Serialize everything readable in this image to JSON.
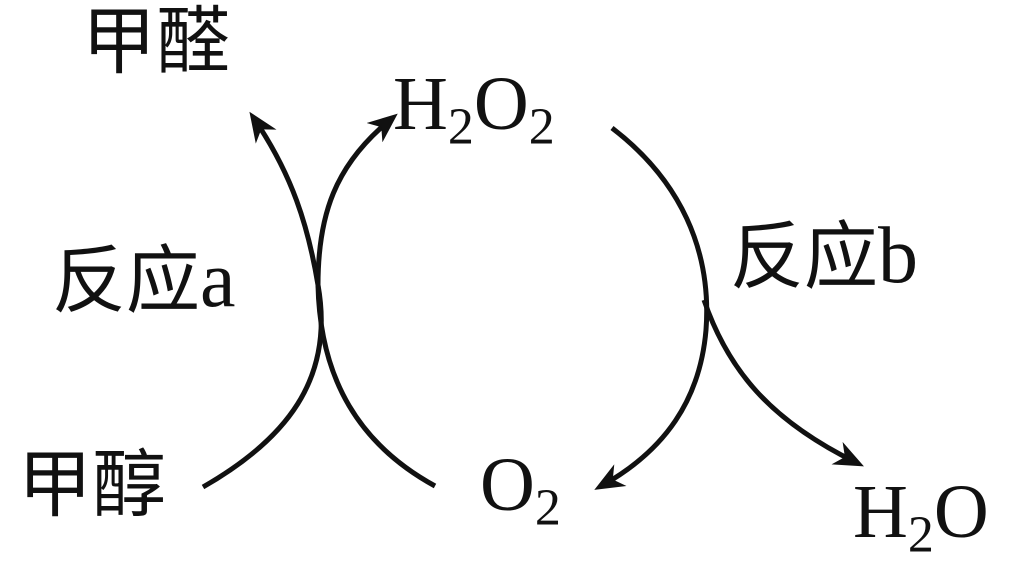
{
  "diagram": {
    "species": {
      "formaldehyde": "甲醛",
      "methanol": "甲醇",
      "h2o2": {
        "h": "H",
        "h_sub": "2",
        "o": "O",
        "o_sub": "2"
      },
      "o2": {
        "o": "O",
        "o_sub": "2"
      },
      "h2o": {
        "h": "H",
        "h_sub": "2",
        "o": "O"
      }
    },
    "reactions": {
      "a": {
        "prefix": "反应",
        "letter": "a"
      },
      "b": {
        "prefix": "反应",
        "letter": "b"
      }
    },
    "stroke_color": "#111111"
  }
}
